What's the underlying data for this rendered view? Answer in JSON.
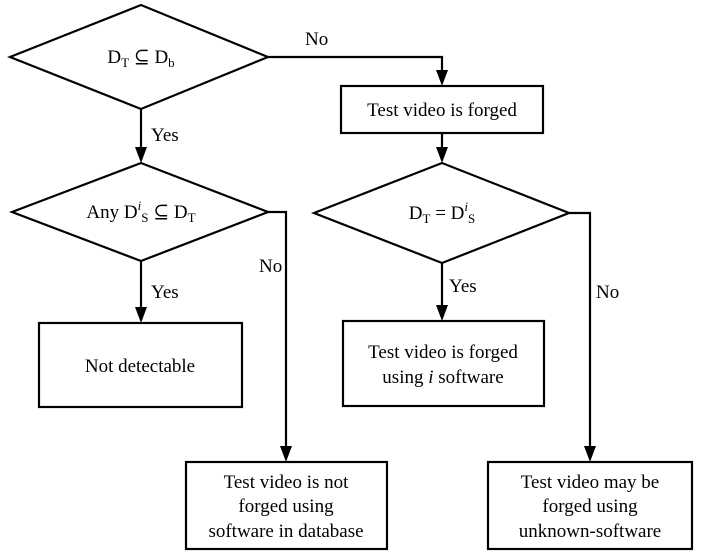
{
  "decisions": {
    "d1": {
      "lhs": "D",
      "lhs_sub": "T",
      "op": " ⊆ ",
      "rhs": "D",
      "rhs_sub": "b"
    },
    "d2": {
      "prefix": "Any ",
      "lhs": "D",
      "lhs_sup": "i",
      "lhs_sub": "S",
      "op": " ⊆ ",
      "rhs": "D",
      "rhs_sub": "T"
    },
    "d3": {
      "lhs": "D",
      "lhs_sub": "T",
      "op": "  = ",
      "rhs": "D",
      "rhs_sup": "i",
      "rhs_sub": "S"
    }
  },
  "boxes": {
    "forged": {
      "line1": "Test video is forged"
    },
    "not_detectable": {
      "line1": "Not detectable"
    },
    "forged_i": {
      "line1": "Test video is forged",
      "line2_prefix": "using ",
      "line2_italic": "i",
      "line2_suffix": " software"
    },
    "not_forged_db": {
      "line1": "Test video is not",
      "line2": "forged using",
      "line3": "software in database"
    },
    "unknown": {
      "line1": "Test video may be",
      "line2": "forged using",
      "line3": "unknown-software"
    }
  },
  "edge_labels": {
    "d1_no": "No",
    "d1_yes": "Yes",
    "d2_yes": "Yes",
    "d2_no": "No",
    "d3_yes": "Yes",
    "d3_no": "No"
  }
}
